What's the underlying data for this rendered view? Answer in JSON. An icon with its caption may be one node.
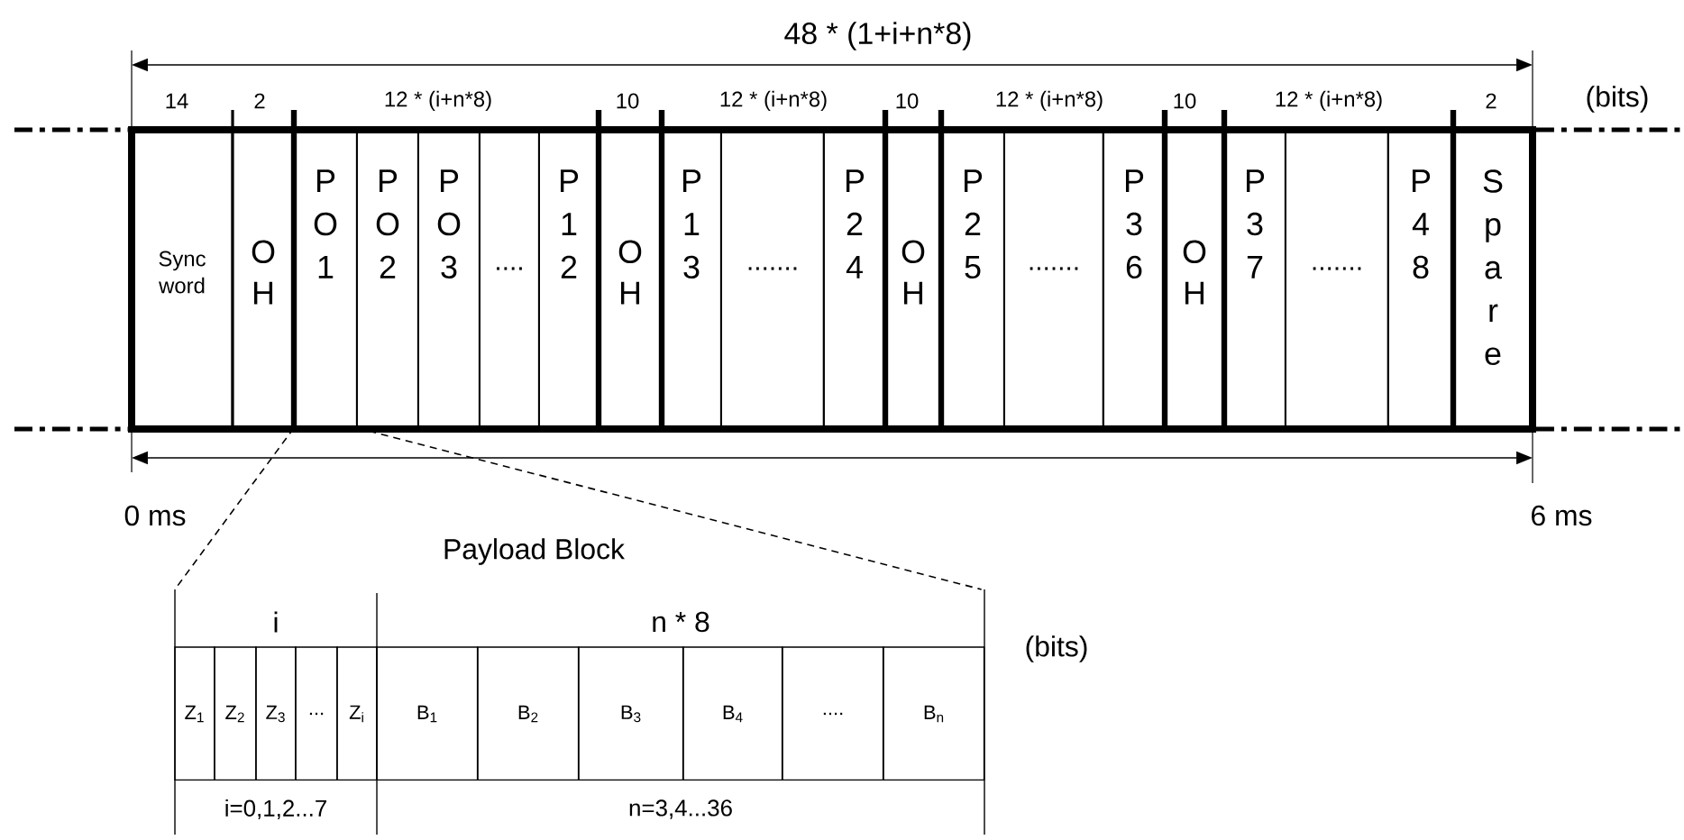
{
  "diagram": {
    "nodes": [
      {
        "text": [
          "Sync word"
        ]
      },
      {
        "text": [
          "O H"
        ]
      },
      {
        "text": [
          "P O 1"
        ]
      },
      {
        "text": [
          "P O 2"
        ]
      },
      {
        "text": [
          "P O 3"
        ]
      },
      {
        "text": [
          "...."
        ]
      },
      {
        "text": [
          "P 1 2"
        ]
      },
      {
        "text": [
          "O H"
        ]
      },
      {
        "text": [
          "P 1 3"
        ]
      },
      {
        "text": [
          "......."
        ]
      },
      {
        "text": [
          "P 2 4"
        ]
      },
      {
        "text": [
          "O H"
        ]
      },
      {
        "text": [
          "P 2 5"
        ]
      },
      {
        "text": [
          "......."
        ]
      },
      {
        "text": [
          "P 3 6"
        ]
      },
      {
        "text": [
          "O H"
        ]
      },
      {
        "text": [
          "P 3 7"
        ]
      },
      {
        "text": [
          "......."
        ]
      },
      {
        "text": [
          "P 4 8"
        ]
      },
      {
        "text": [
          "S p a r e"
        ]
      },
      {
        "text": [
          "Payload Block"
        ]
      },
      {
        "text": [
          "i"
        ],
        "in": 20
      },
      {
        "text": [
          "n * 8"
        ],
        "in": 20
      },
      {
        "text": [
          "Z$_{1}$"
        ],
        "in": 20
      },
      {
        "text": [
          "Z$_{2}$"
        ],
        "in": 20
      },
      {
        "text": [
          "Z$_{3}$"
        ],
        "in": 20
      },
      {
        "text": [
          "..."
        ],
        "in": 20
      },
      {
        "text": [
          "Z$_{i}$"
        ],
        "in": 20
      },
      {
        "text": [
          "B$_{1}$"
        ],
        "in": 20
      },
      {
        "text": [
          "B$_{2}$"
        ],
        "in": 20
      },
      {
        "text": [
          "B$_{3}$"
        ],
        "in": 20
      },
      {
        "text": [
          "B$_{4}$"
        ],
        "in": 20
      },
      {
        "text": [
          "...."
        ],
        "in": 20
      },
      {
        "text": [
          "B$_{n}$"
        ],
        "in": 20
      },
      {
        "text": [
          "i=0,1,2...7"
        ],
        "in": 20
      },
      {
        "text": [
          "n=3,4...36"
        ],
        "in": 20
      }
    ],
    "edges": [
      {
        "from": 2,
        "to": 20,
        "arrow": "none",
        "style": "dashed"
      },
      {
        "from": 2,
        "to": 20,
        "arrow": "none",
        "style": "dashed"
      }
    ],
    "labels": [
      "48 * (1+i+n*8)",
      "14",
      "2",
      "12 * (i+n*8)",
      "10",
      "12 * (i+n*8)",
      "10",
      "12 * (i+n*8)",
      "10",
      "12 * (i+n*8)",
      "2",
      "(bits)",
      "0 ms",
      "6 ms",
      "(bits)"
    ]
  }
}
